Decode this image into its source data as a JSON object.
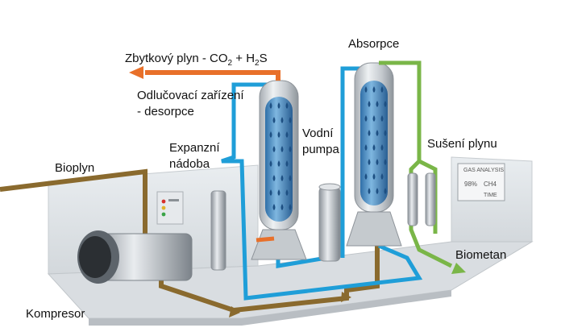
{
  "labels": {
    "residual_gas_prefix": "Zbytkový plyn - CO",
    "residual_gas_sub1": "2",
    "residual_gas_mid": " + H",
    "residual_gas_sub2": "2",
    "residual_gas_suffix": "S",
    "absorption": "Absorpce",
    "desorption_line1": "Odlučovací zařízení",
    "desorption_line2": "- desorpce",
    "water_pump_line1": "Vodní",
    "water_pump_line2": "pumpa",
    "expansion_line1": "Expanzní",
    "expansion_line2": "nádoba",
    "gas_drying": "Sušení plynu",
    "biogas": "Bioplyn",
    "biomethane": "Biometan",
    "compressor": "Kompresor"
  },
  "analyzer_screen": {
    "title": "GAS ANALYSIS",
    "reading_value": "98%",
    "reading_gas": "CH4",
    "footer": "TIME"
  },
  "colors": {
    "residual_gas_pipe": "#e8702a",
    "biogas_pipe": "#8a6a2e",
    "water_pipe": "#1f9ed8",
    "biomethane_pipe": "#7ab648",
    "platform": "#dfe3e6",
    "column_metal": "#c9ced3",
    "column_fill": "#4a8fc6"
  }
}
